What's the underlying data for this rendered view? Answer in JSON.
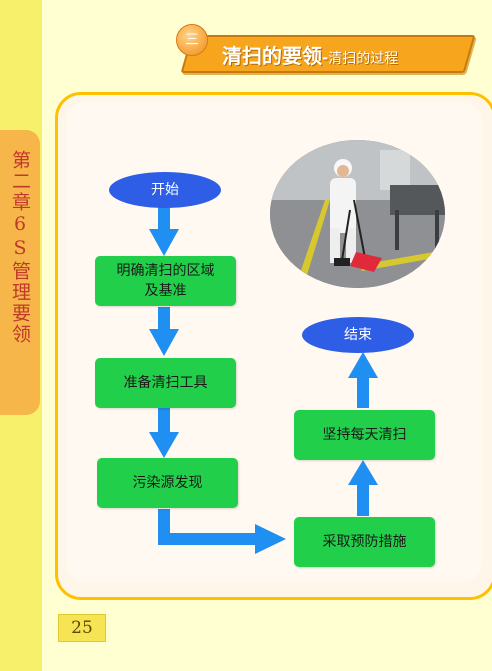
{
  "chapter": {
    "label": "第二章6S管理要领"
  },
  "title": {
    "badge": "三",
    "main": "清扫的要领",
    "separator": "-",
    "sub": "清扫的过程"
  },
  "flow": {
    "start": "开始",
    "step1_line1": "明确清扫的区域",
    "step1_line2": "及基准",
    "step2": "准备清扫工具",
    "step3": "污染源发现",
    "step4": "采取预防措施",
    "step5": "坚持每天清扫",
    "end": "结束"
  },
  "photo": {
    "description": "worker-sweeping-floor"
  },
  "page": {
    "number": "25"
  },
  "colors": {
    "oval": "#2f5ee6",
    "box": "#22cf4a",
    "arrow": "#1f8ff2",
    "frame": "#ffc000",
    "banner": "#f6a51c"
  }
}
